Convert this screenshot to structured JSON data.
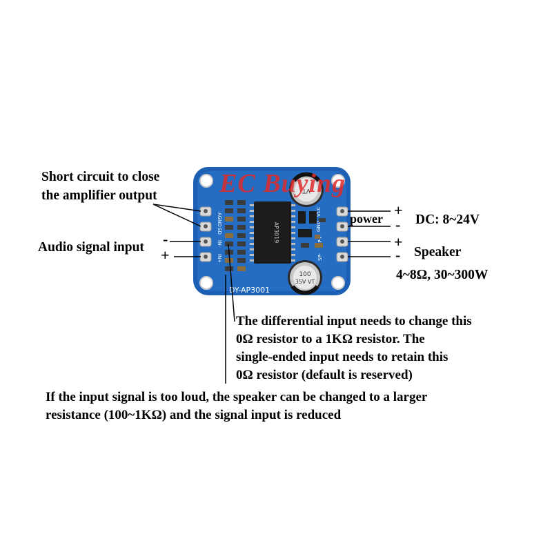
{
  "watermark": "EC Buying",
  "board": {
    "model_label": "DY-AP3001",
    "chip_text": "AP3019",
    "left_pins": [
      "AGND",
      "SD",
      "IN-",
      "IN+"
    ],
    "right_pins": [
      "VCC",
      "GND",
      "SP+",
      "SP-"
    ],
    "cap_top": {
      "value": "VT",
      "voltage": ""
    },
    "cap_bottom": {
      "value": "100",
      "voltage": "35V VT"
    }
  },
  "labels": {
    "short_circuit": "Short circuit to close",
    "short_circuit_2": "the amplifier output",
    "audio_input": "Audio signal input",
    "audio_minus": "-",
    "audio_plus": "+",
    "power": "power",
    "power_plus": "+",
    "power_minus": "-",
    "dc": "DC: 8~24V",
    "speaker": "Speaker",
    "speaker_plus": "+",
    "speaker_minus": "-",
    "speaker_spec": "4~8Ω, 30~300W",
    "differential_1": "The differential input needs to change this",
    "differential_2": "0Ω resistor to a 1KΩ resistor. The",
    "differential_3": "single-ended input needs to retain this",
    "differential_4": "0Ω resistor (default is reserved)",
    "loud_1": "If the input signal is too loud, the speaker can be changed to a larger",
    "loud_2": "resistance (100~1KΩ) and the signal input is reduced"
  }
}
